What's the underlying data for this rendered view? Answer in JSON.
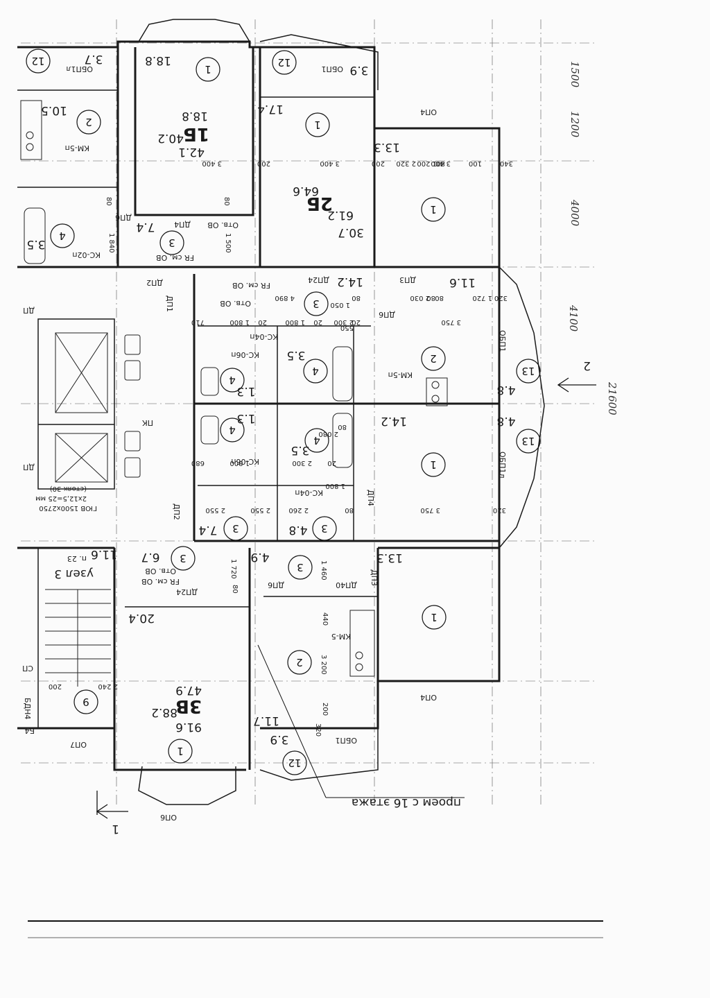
{
  "sheet": {
    "section_1": "1",
    "section_2": "2",
    "handwritten": [
      "1500",
      "1200",
      "4000",
      "4100",
      "21600"
    ],
    "opening_note": "проем с 16 этажа"
  },
  "apartments": [
    {
      "code": "1Б",
      "living": "18.8",
      "total": "40.2",
      "total2": "42.1"
    },
    {
      "code": "2Б",
      "living": "30.7",
      "total": "61.2",
      "total2": "64.6"
    },
    {
      "code": "3В",
      "living": "47.9",
      "total": "88.2",
      "total2": "91.6"
    }
  ],
  "rooms": [
    "1",
    "2",
    "3",
    "4",
    "12",
    "13",
    "9"
  ],
  "areas": [
    "18.8",
    "3.7",
    "3.9",
    "10.5",
    "17.4",
    "13.3",
    "3.5",
    "7.4",
    "14.2",
    "11.6",
    "3.5",
    "1.3",
    "4.8",
    "1.3",
    "3.5",
    "14.2",
    "4.8",
    "7.4",
    "4.8",
    "6.7",
    "4.9",
    "13.3",
    "11.6",
    "20.4",
    "11.7",
    "3.9"
  ],
  "labels": {
    "obp1l_top": "ОБП1л",
    "obp1_top": "ОБП1",
    "op4_top": "ОП4",
    "km5p_top": "КМ-5п",
    "ks02p": "КС-02п",
    "dp6_a": "ДП6",
    "dp4_a": "ДП4",
    "otv_ov_a": "Отв. ОВ",
    "fr_sm_a": "FR см. ОВ",
    "dp2": "ДП2",
    "dp1": "ДП1",
    "dp24_a": "ДП24",
    "dp3_a": "ДП3",
    "fr_sm_b": "FR см. ОВ",
    "otv_ov_b": "Отв. ОВ",
    "ks04p_a": "КС-04п",
    "ks06p_a": "КС-06п",
    "dp6_b": "ДП6",
    "km5p_mid": "КМ-5п",
    "obp1_mid": "ОБП1",
    "pk": "ПК",
    "ks06p_b": "КС-06п",
    "ks04p_b": "КС-04п",
    "obp1l_mid": "ОБП1л",
    "dp4_b": "ДП4",
    "guov": "ГЮВ 1500х2750",
    "guov2": "2х12,5=25 мм",
    "guov3": "(стояк 30)",
    "dp_side": "ДП",
    "dp_side2": "ДП",
    "dp2_b": "ДП2",
    "uzel": "узел 3",
    "p23": "п. 23",
    "otv_ov_c": "Отв. ОВ",
    "fr_sm_c": "FR см. ОВ",
    "dp24_b": "ДП24",
    "dp6_c": "ДП6",
    "dp40": "ДП40",
    "dp3_b": "ДП3",
    "km5": "КМ-5",
    "op4_bot": "ОП4",
    "sp": "СП",
    "bdn4": "БДН4",
    "b4": "Б4",
    "op7": "ОП7",
    "obp1_bot": "ОБП1",
    "op6": "ОП6"
  },
  "dims": {
    "row_top": [
      "2 320",
      "1 200",
      "80",
      "3 400",
      "200",
      "3 400",
      "200",
      "3 400",
      "100",
      "340"
    ],
    "row_mid": [
      "4 890",
      "1 050",
      "80",
      "2 030",
      "80",
      "1 720",
      "80",
      "320"
    ],
    "row_mid2": [
      "710",
      "1 800",
      "20",
      "1 800",
      "20",
      "2 300",
      "20",
      "550",
      "3 750"
    ],
    "row_low": [
      "680",
      "1 800",
      "2 300",
      "20",
      "1 800",
      "2 080",
      "80"
    ],
    "row_low2": [
      "2 550",
      "2 550",
      "2 260",
      "80",
      "3 750",
      "320"
    ],
    "vert": [
      "80",
      "1 840",
      "80",
      "1 500",
      "1 720",
      "80",
      "1 460",
      "440",
      "3 200",
      "200",
      "320",
      "2 240",
      "200"
    ]
  },
  "colors": {
    "ink": "#1a1a1a",
    "paper": "#fbfbfb"
  }
}
